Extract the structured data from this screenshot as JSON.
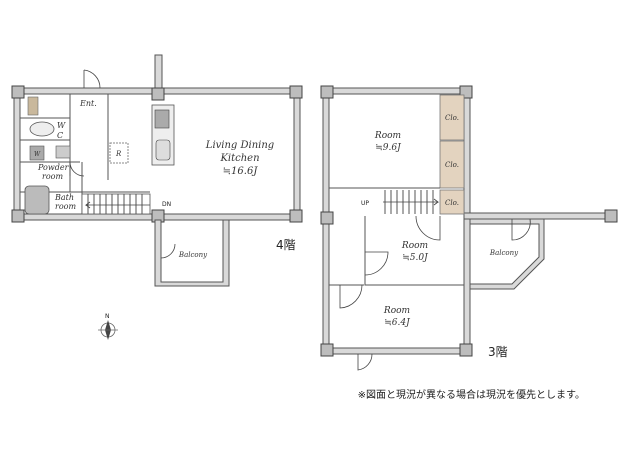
{
  "floor4": {
    "floor_label": "4階",
    "entrance": "Ent.",
    "wc": [
      "W",
      "C"
    ],
    "washer": "W",
    "powder_room": [
      "Powder",
      "room"
    ],
    "bath_room": [
      "Bath",
      "room"
    ],
    "fridge": "R",
    "stairs_direction": "DN",
    "ldk": [
      "Living Dining",
      "Kitchen",
      "≒16.6J"
    ],
    "balcony": "Balcony"
  },
  "floor3": {
    "floor_label": "3階",
    "room_a": [
      "Room",
      "≒9.6J"
    ],
    "room_b": [
      "Room",
      "≒5.0J"
    ],
    "room_c": [
      "Room",
      "≒6.4J"
    ],
    "closets": [
      "Clo.",
      "Clo.",
      "Clo."
    ],
    "stairs_direction": "UP",
    "balcony": "Balcony"
  },
  "compass": {
    "north": "N"
  },
  "note": "※図面と現況が異なる場合は現況を優先とします。",
  "colors": {
    "closet": "#e3d3bf",
    "wall": "#d9d9d9"
  }
}
